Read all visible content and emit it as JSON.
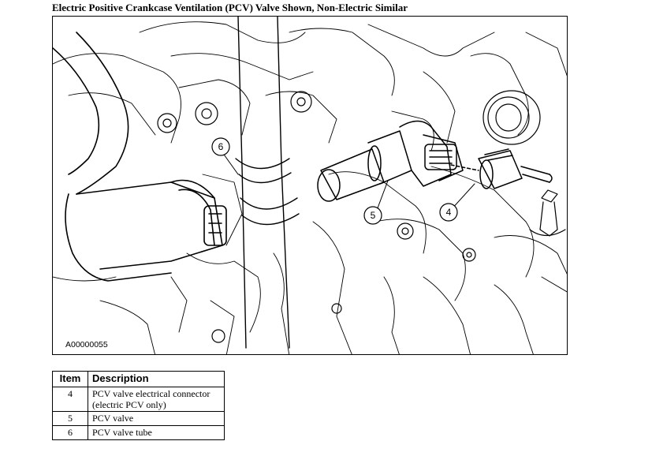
{
  "title": "Electric Positive Crankcase Ventilation (PCV) Valve Shown, Non-Electric Similar",
  "figure": {
    "id_label": "A00000055",
    "callouts": [
      "6",
      "5",
      "4"
    ]
  },
  "legend": {
    "headers": {
      "item": "Item",
      "description": "Description"
    },
    "rows": [
      {
        "item": "4",
        "description": "PCV valve electrical connector (electric PCV only)"
      },
      {
        "item": "5",
        "description": "PCV valve"
      },
      {
        "item": "6",
        "description": "PCV valve tube"
      }
    ]
  }
}
